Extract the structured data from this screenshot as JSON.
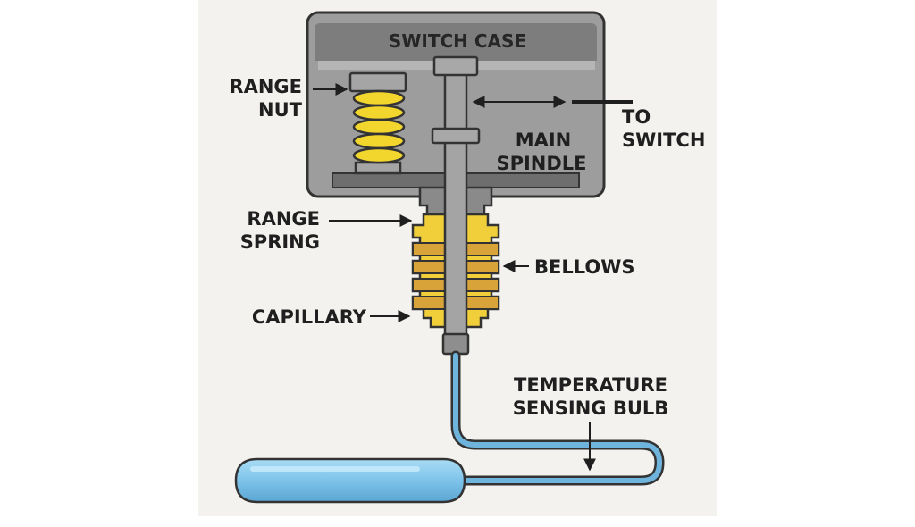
{
  "diagram": {
    "labels": {
      "switch_case": "SWITCH CASE",
      "range_nut_1": "RANGE",
      "range_nut_2": "NUT",
      "main_spindle_1": "MAIN",
      "main_spindle_2": "SPINDLE",
      "to_switch_1": "TO",
      "to_switch_2": "SWITCH",
      "range_spring_1": "RANGE",
      "range_spring_2": "SPRING",
      "bellows": "BELLOWS",
      "capillary": "CAPILLARY",
      "bulb_1": "TEMPERATURE",
      "bulb_2": "SENSING BULB"
    },
    "colors": {
      "panel": "#f3f2ee",
      "case_fill": "#9d9d9d",
      "case_top": "#7d7d7d",
      "case_stroke": "#333333",
      "spring": "#f2d62e",
      "bellows_light": "#f0cf3a",
      "bellows_dark": "#d8a43a",
      "spindle": "#a4a4a4",
      "capillary": "#6fb4dd",
      "bulb": "#7ec3ea"
    }
  }
}
